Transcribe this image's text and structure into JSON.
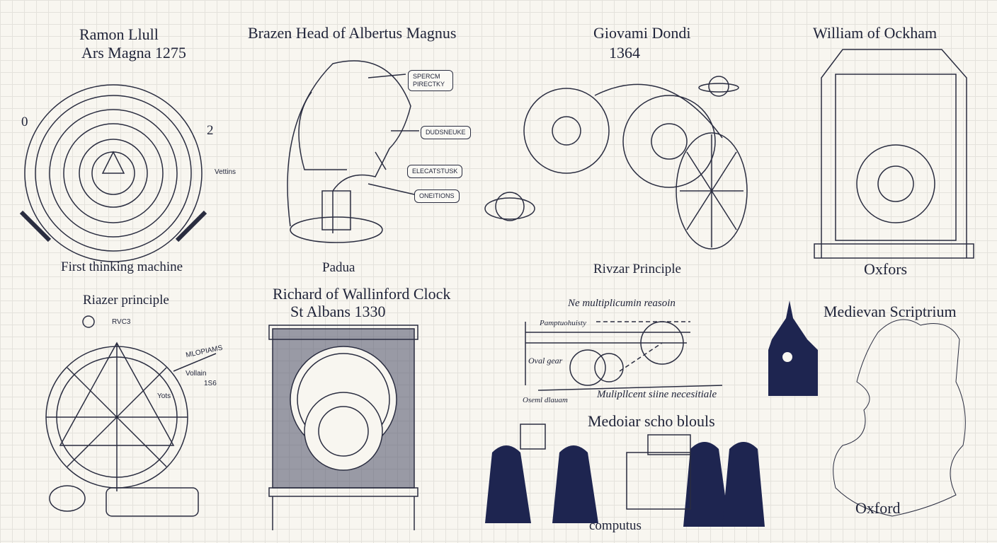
{
  "panels": {
    "llull": {
      "title": "Ramon Llull",
      "subtitle": "Ars Magna 1275",
      "caption": "First thinking machine",
      "side_label": "Vettins",
      "mark_left": "0",
      "mark_right": "2"
    },
    "brazen": {
      "title": "Brazen Head of Albertus Magnus",
      "labels": [
        "SPERCM PIRECTKY",
        "DUDSNEUKE",
        "ELECATSTUSK",
        "ONEITIONS"
      ],
      "caption": "Padua"
    },
    "dondi": {
      "title": "Giovami Dondi",
      "year": "1364",
      "caption": "Rivzar Principle"
    },
    "ockham": {
      "title": "William of Ockham",
      "caption": "Oxfors"
    },
    "razor": {
      "title": "Riazer principle",
      "labels": [
        "RVC3",
        "MLOPIAMS",
        "Vollain",
        "1S6",
        "Yots"
      ]
    },
    "wallingford": {
      "title": "Richard of Wallinford Clock",
      "subtitle": "St Albans 1330"
    },
    "multiplicity": {
      "title": "Ne multiplicumin reasoin",
      "labels": [
        "Pamptuohuisty",
        "Oval gear",
        "Oseml dlauam",
        "Mulipllcent siine necesitiale"
      ]
    },
    "scholars": {
      "title": "Medoiar scho blouls",
      "caption": "computus"
    },
    "scriptorium": {
      "title": "Medievan Scriptrium",
      "caption": "Oxford"
    }
  },
  "colors": {
    "ink": "#1f2338",
    "paper": "#f8f6f0",
    "accent": "#1e2550"
  }
}
